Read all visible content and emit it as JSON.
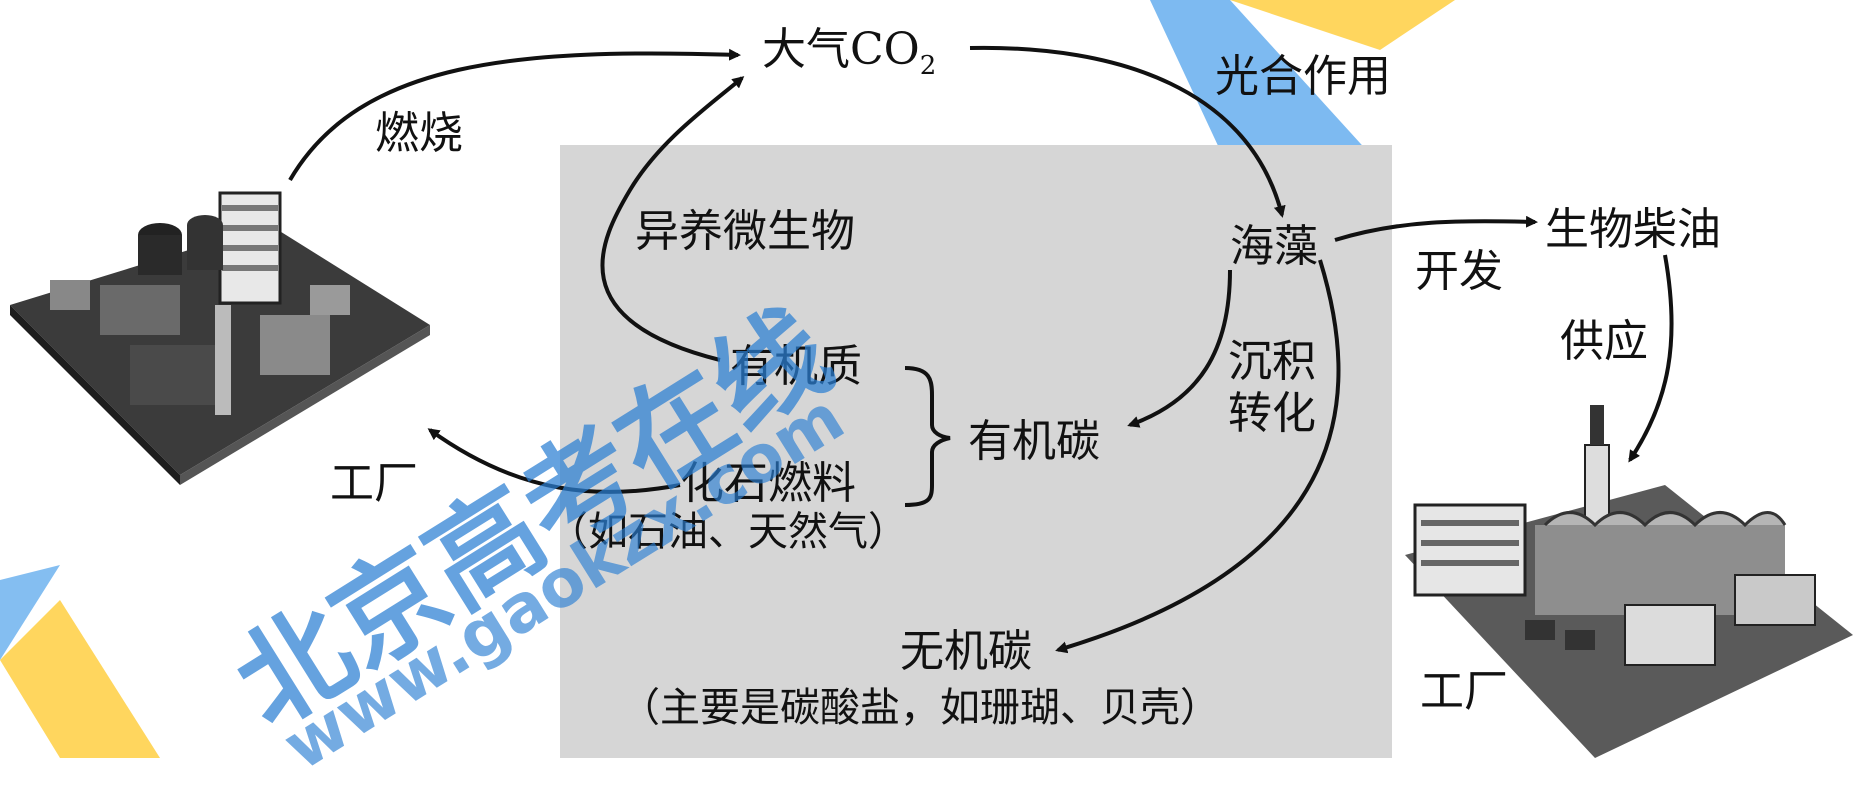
{
  "diagram": {
    "atmosphere": "大气CO",
    "atmosphere_sub": "2",
    "photosynthesis": "光合作用",
    "combustion": "燃烧",
    "heterotrophs": "异养微生物",
    "algae": "海藻",
    "biodiesel": "生物柴油",
    "develop": "开发",
    "supply": "供应",
    "organic_matter": "有机质",
    "fossil_fuel": "化石燃料",
    "fossil_examples": "（如石油、天然气）",
    "organic_carbon": "有机碳",
    "sedimentation": "沉积",
    "transformation": "转化",
    "inorganic_carbon": "无机碳",
    "inorganic_examples": "（主要是碳酸盐，如珊瑚、贝壳）",
    "factory_left": "工厂",
    "factory_right": "工厂"
  },
  "watermark": {
    "brand": "北京高考在线",
    "url": "www.gaokzx.com",
    "colors": {
      "blue": "#2b7fd3",
      "orange": "#ffc940"
    }
  }
}
